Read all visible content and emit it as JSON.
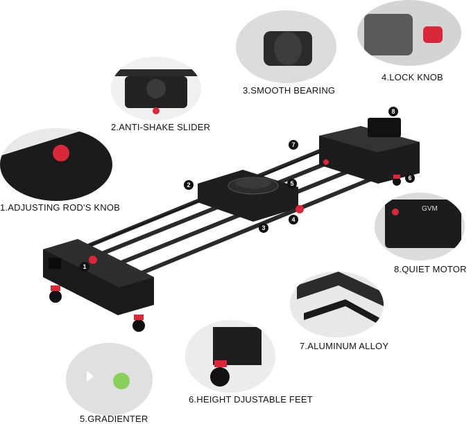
{
  "features": [
    {
      "number": "1",
      "label": "1.ADJUSTING ROD'S KNOB"
    },
    {
      "number": "2",
      "label": "2.ANTI-SHAKE SLIDER"
    },
    {
      "number": "3",
      "label": "3.SMOOTH BEARING"
    },
    {
      "number": "4",
      "label": "4.LOCK KNOB"
    },
    {
      "number": "5",
      "label": "5.GRADIENTER"
    },
    {
      "number": "6",
      "label": "6.HEIGHT  DJUSTABLE FEET"
    },
    {
      "number": "7",
      "label": "7.ALUMINUM ALLOY"
    },
    {
      "number": "8",
      "label": "8.QUIET MOTOR"
    }
  ],
  "brand": {
    "logo_text": "GVM"
  },
  "colors": {
    "accent_red": "#d8283a",
    "body_black": "#1a1a1a",
    "rail_dark": "#2a2a2a",
    "callout_bg": "#efefef"
  }
}
